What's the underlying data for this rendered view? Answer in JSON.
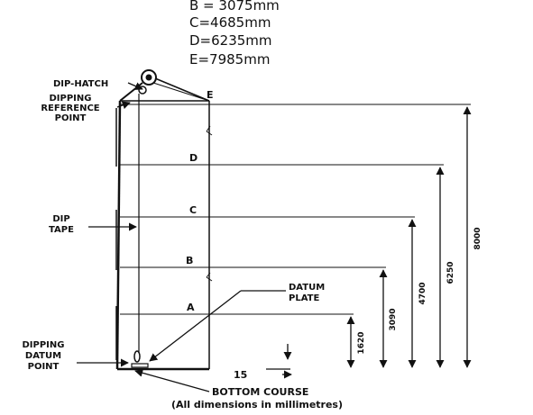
{
  "dimensions_list": [
    "B = 3075mm",
    "C=4685mm",
    "D=6235mm",
    "E=7985mm"
  ],
  "labels": {
    "dip_hatch": "DIP-HATCH",
    "dipping_reference_point": [
      "DIPPING",
      "REFERENCE",
      "POINT"
    ],
    "dip_tape": [
      "DIP",
      "TAPE"
    ],
    "datum_plate": [
      "DATUM",
      "PLATE"
    ],
    "dipping_datum_point": [
      "DIPPING",
      "DATUM",
      "POINT"
    ],
    "bottom_course": "BOTTOM COURSE",
    "footnote": "(All dimensions in millimetres)"
  },
  "levels": [
    "A",
    "B",
    "C",
    "D",
    "E"
  ],
  "vertical_dims": [
    "1620",
    "3090",
    "4700",
    "6250",
    "8000"
  ],
  "horizontal_dim": "15"
}
